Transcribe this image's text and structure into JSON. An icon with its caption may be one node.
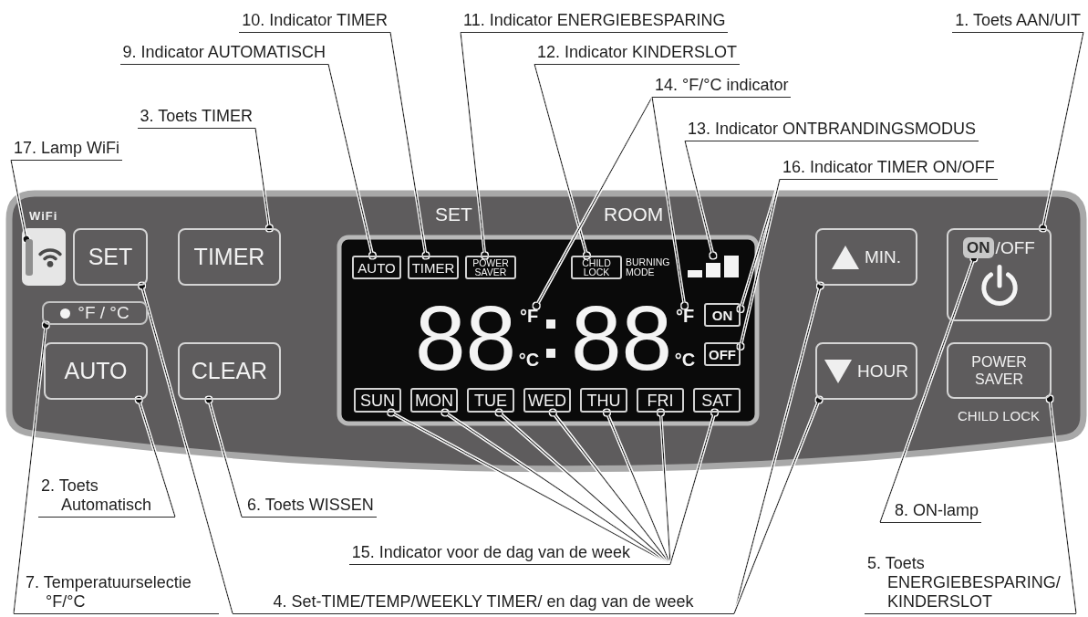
{
  "diagram": {
    "nodes": [
      {
        "text": [
          "10. Indicator TIMER"
        ]
      },
      {
        "text": [
          "11. Indicator ENERGIEBESPARING"
        ]
      },
      {
        "text": [
          "1. Toets AAN/UIT"
        ]
      },
      {
        "text": [
          "9. Indicator AUTOMATISCH"
        ]
      },
      {
        "text": [
          "12. Indicator KINDERSLOT"
        ]
      },
      {
        "text": [
          "14. °F/°C indicator"
        ]
      },
      {
        "text": [
          "3. Toets TIMER"
        ]
      },
      {
        "text": [
          "13. Indicator ONTBRANDINGSMODUS"
        ]
      },
      {
        "text": [
          "17. Lamp WiFi"
        ]
      },
      {
        "text": [
          "16. Indicator TIMER ON/OFF"
        ]
      },
      {
        "text": [],
        "shape": "bar",
        "beside": [
          "WiFi"
        ]
      },
      {
        "text": [
          "SET"
        ]
      },
      {
        "text": [
          "TIMER"
        ]
      },
      {
        "text": [
          "AUTO"
        ]
      },
      {
        "text": [
          "TIMER"
        ]
      },
      {
        "text": [
          "POWER SAVER"
        ]
      },
      {
        "text": [
          "CHILD LOCK"
        ]
      },
      {
        "text": [],
        "shape": "bar"
      },
      {
        "text": [
          "MIN."
        ]
      },
      {
        "text": [
          "/OFF"
        ]
      },
      {
        "text": [
          "ON"
        ],
        "in": 19
      },
      {
        "text": [
          "°F / °C"
        ]
      },
      {
        "text": [
          "°F",
          "°C"
        ]
      },
      {
        "text": [
          "°F",
          "°C"
        ]
      },
      {
        "text": [
          "ON"
        ]
      },
      {
        "text": [
          "OFF"
        ]
      },
      {
        "text": [
          "AUTO"
        ]
      },
      {
        "text": [
          "CLEAR"
        ]
      },
      {
        "text": [
          "HOUR"
        ]
      },
      {
        "text": [
          "POWER SAVER"
        ],
        "beside": [
          "CHILD LOCK"
        ]
      },
      {
        "text": [
          "SUN"
        ]
      },
      {
        "text": [
          "MON"
        ]
      },
      {
        "text": [
          "TUE"
        ]
      },
      {
        "text": [
          "WED"
        ]
      },
      {
        "text": [
          "THU"
        ]
      },
      {
        "text": [
          "FRI"
        ]
      },
      {
        "text": [
          "SAT"
        ]
      },
      {
        "text": [
          "2. Toets Automatisch"
        ]
      },
      {
        "text": [
          "6. Toets WISSEN"
        ]
      },
      {
        "text": [
          "8. ON-lamp"
        ]
      },
      {
        "text": [
          "15. Indicator voor de dag van de week"
        ]
      },
      {
        "text": [
          "5. Toets ENERGIEBESPARING/ KINDERSLOT"
        ]
      },
      {
        "text": [
          "7. Temperatuurselectie °F/°C"
        ]
      },
      {
        "text": [
          "4. Set-TIME/TEMP/WEEKLY TIMER/ en dag van de week"
        ]
      }
    ],
    "edges": [
      {
        "from": 0,
        "to": 14,
        "arrow": "other"
      },
      {
        "from": 1,
        "to": 15,
        "arrow": "other"
      },
      {
        "from": 2,
        "to": 19,
        "arrow": "other"
      },
      {
        "from": 3,
        "to": 13,
        "arrow": "other"
      },
      {
        "from": 4,
        "to": 16,
        "arrow": "other"
      },
      {
        "from": 5,
        "to": 22,
        "arrow": "other"
      },
      {
        "from": 5,
        "to": 23,
        "arrow": "other"
      },
      {
        "from": 6,
        "to": 12,
        "arrow": "other"
      },
      {
        "from": 7,
        "to": 17,
        "arrow": "other"
      },
      {
        "from": 8,
        "to": 10,
        "arrow": "other"
      },
      {
        "from": 9,
        "to": 24,
        "arrow": "other"
      },
      {
        "from": 9,
        "to": 25,
        "arrow": "other"
      },
      {
        "from": 37,
        "to": 26,
        "arrow": "other"
      },
      {
        "from": 38,
        "to": 27,
        "arrow": "other"
      },
      {
        "from": 39,
        "to": 20,
        "arrow": "other"
      },
      {
        "from": 40,
        "to": 30,
        "arrow": "other"
      },
      {
        "from": 40,
        "to": 31,
        "arrow": "other"
      },
      {
        "from": 40,
        "to": 32,
        "arrow": "other"
      },
      {
        "from": 40,
        "to": 33,
        "arrow": "other"
      },
      {
        "from": 40,
        "to": 34,
        "arrow": "other"
      },
      {
        "from": 40,
        "to": 35,
        "arrow": "other"
      },
      {
        "from": 40,
        "to": 36,
        "arrow": "other"
      },
      {
        "from": 41,
        "to": 29,
        "arrow": "other"
      },
      {
        "from": 42,
        "to": 21,
        "arrow": "other"
      },
      {
        "from": 43,
        "to": 11,
        "arrow": "other"
      },
      {
        "from": 43,
        "to": 18,
        "arrow": "other"
      },
      {
        "from": 43,
        "to": 28,
        "arrow": "other"
      }
    ],
    "labels": [
      "SET",
      "ROOM",
      "BURNING MODE",
      "88",
      "88"
    ]
  }
}
